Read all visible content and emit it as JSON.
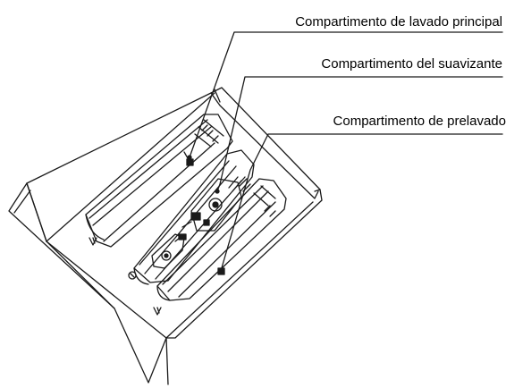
{
  "diagram": {
    "callouts": {
      "main_wash": "Compartimento de lavado principal",
      "softener": "Compartimento del suavizante",
      "prewash": "Compartimento de prelavado"
    },
    "line_color": "#1a1a1a",
    "background": "#ffffff"
  }
}
